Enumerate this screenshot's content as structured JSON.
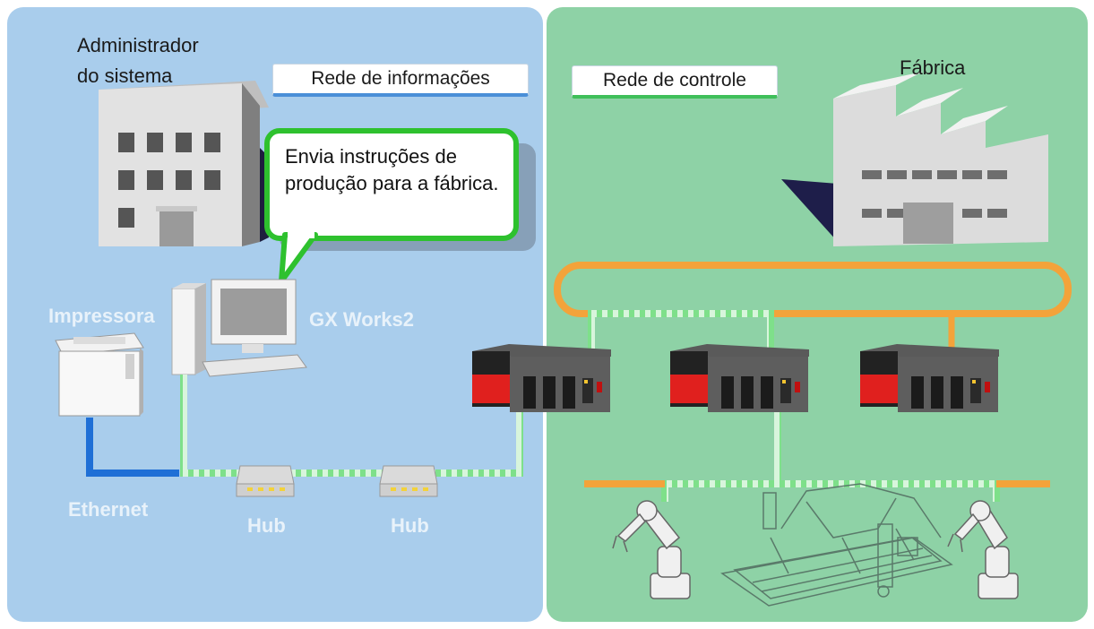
{
  "info_network": {
    "tag": "Rede de informações",
    "admin_label": "Administrador\ndo sistema",
    "printer_label": "Impressora",
    "pc_label": "GX Works2",
    "ethernet_label": "Ethernet",
    "hub1_label": "Hub",
    "hub2_label": "Hub",
    "bubble_text": "Envia instruções de produção para a fábrica.",
    "panel_color": "#a9cdec"
  },
  "control_network": {
    "tag": "Rede de controle",
    "factory_label": "Fábrica",
    "panel_color": "#8ed2a6",
    "ring_color": "#f3a33a"
  },
  "colors": {
    "network_line": "#7ee08a",
    "ethernet_blue": "#1f6fd6",
    "bubble_border": "#2ec12e"
  }
}
